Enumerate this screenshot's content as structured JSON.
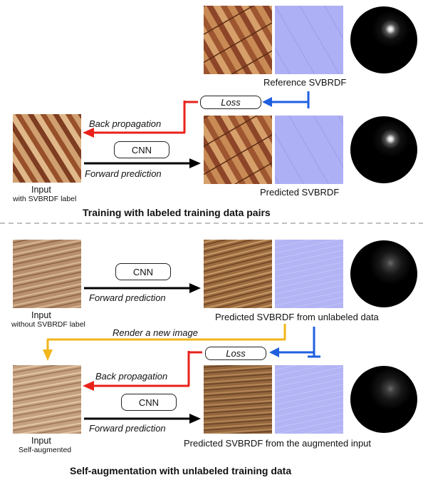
{
  "colors": {
    "back_prop_arrow": "#e8221b",
    "loss_arrow": "#1f5fe0",
    "render_arrow": "#f2b51a",
    "forward_arrow": "#000000",
    "divider": "#9a9a9a"
  },
  "top": {
    "reference_label": "Reference SVBRDF",
    "loss_label": "Loss",
    "back_prop_label": "Back propagation",
    "cnn_label": "CNN",
    "forward_label": "Forward prediction",
    "input_label": "Input",
    "input_sublabel": "with SVBRDF label",
    "predicted_label": "Predicted SVBRDF",
    "caption": "Training with labeled training data pairs"
  },
  "bottom": {
    "cnn1_label": "CNN",
    "forward1_label": "Forward prediction",
    "input1_label": "Input",
    "input1_sublabel": "without SVBRDF label",
    "predicted1_label": "Predicted SVBRDF from unlabeled data",
    "render_label": "Render a new image",
    "loss_label": "Loss",
    "back_prop_label": "Back propagation",
    "cnn2_label": "CNN",
    "forward2_label": "Forward prediction",
    "input2_label": "Input",
    "input2_sublabel": "Self-augmented",
    "predicted2_label": "Predicted SVBRDF from the augmented input",
    "caption": "Self-augmentation with unlabeled training data"
  }
}
